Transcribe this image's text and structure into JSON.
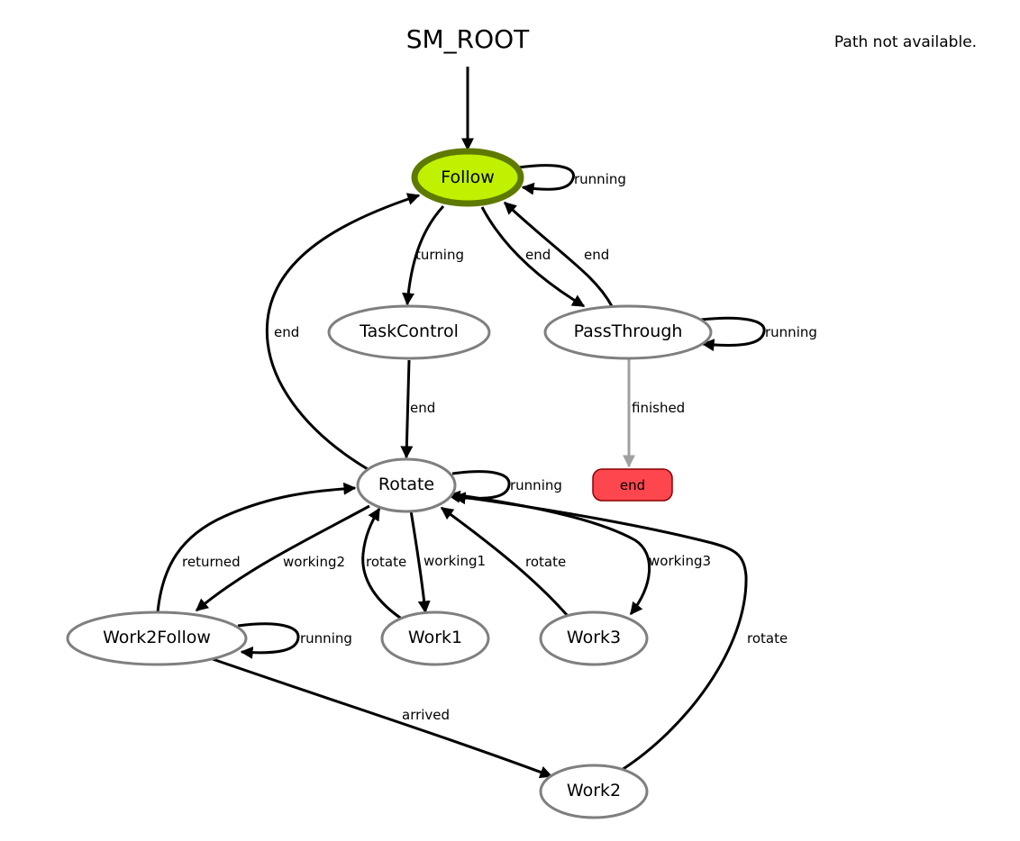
{
  "title": "SM_ROOT",
  "status_text": "Path not available.",
  "nodes": {
    "follow": "Follow",
    "taskcontrol": "TaskControl",
    "passthrough": "PassThrough",
    "rotate": "Rotate",
    "end": "end",
    "work2follow": "Work2Follow",
    "work1": "Work1",
    "work3": "Work3",
    "work2": "Work2"
  },
  "edges": {
    "follow_running": "running",
    "follow_turning": "turning",
    "follow_end_to_pass": "end",
    "pass_end_to_follow": "end",
    "rotate_end_to_follow": "end",
    "taskcontrol_end": "end",
    "pass_running": "running",
    "pass_finished": "finished",
    "rotate_running": "running",
    "rotate_returned": "returned",
    "rotate_working2": "working2",
    "work1_rotate": "rotate",
    "rotate_working1": "working1",
    "work3_rotate": "rotate",
    "rotate_working3": "working3",
    "work2follow_running": "running",
    "work2_rotate": "rotate",
    "work2follow_arrived": "arrived"
  },
  "colors": {
    "active_fill": "#bff100",
    "active_stroke": "#5f7a00",
    "node_stroke": "#7f7f7f",
    "end_fill": "#fe464f",
    "end_stroke": "#8b0000",
    "finished_edge": "#a0a0a0"
  }
}
